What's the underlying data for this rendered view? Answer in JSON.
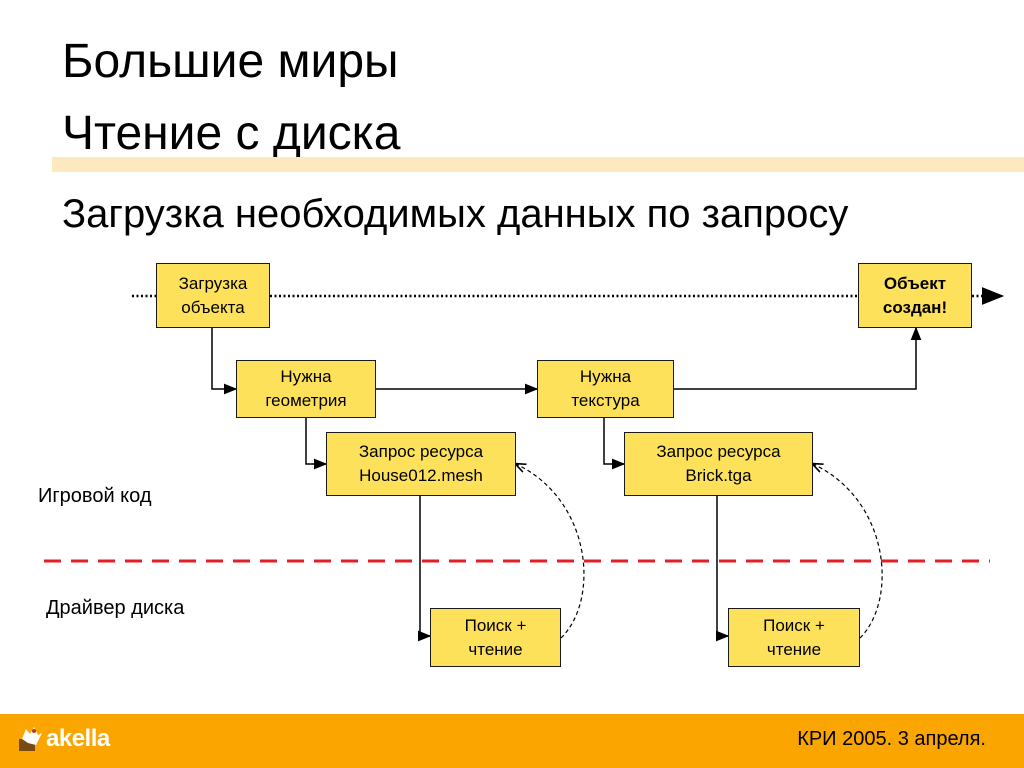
{
  "title": {
    "line1": "Большие миры",
    "line2": "Чтение с диска"
  },
  "subtitle": "Загрузка необходимых данных по запросу",
  "labels": {
    "game_code": "Игровой код",
    "disk_driver": "Драйвер диска"
  },
  "boxes": {
    "load_object": {
      "line1": "Загрузка",
      "line2": "объекта"
    },
    "need_geometry": {
      "line1": "Нужна",
      "line2": "геометрия"
    },
    "need_texture": {
      "line1": "Нужна",
      "line2": "текстура"
    },
    "request_mesh": {
      "line1": "Запрос ресурса",
      "line2": "House012.mesh"
    },
    "request_texture": {
      "line1": "Запрос ресурса",
      "line2": "Brick.tga"
    },
    "search_read_1": {
      "line1": "Поиск +",
      "line2": "чтение"
    },
    "search_read_2": {
      "line1": "Поиск +",
      "line2": "чтение"
    },
    "object_created": {
      "line1": "Объект",
      "line2": "создан!"
    }
  },
  "colors": {
    "box_fill": "#fde15a",
    "divider": "#e21f26",
    "title_rule": "#fde9bf",
    "footer": "#fba600"
  },
  "footer": {
    "logo_text": "akella",
    "logo_icon": "akella-horse-logo",
    "date_text": "КРИ 2005. 3 апреля."
  }
}
